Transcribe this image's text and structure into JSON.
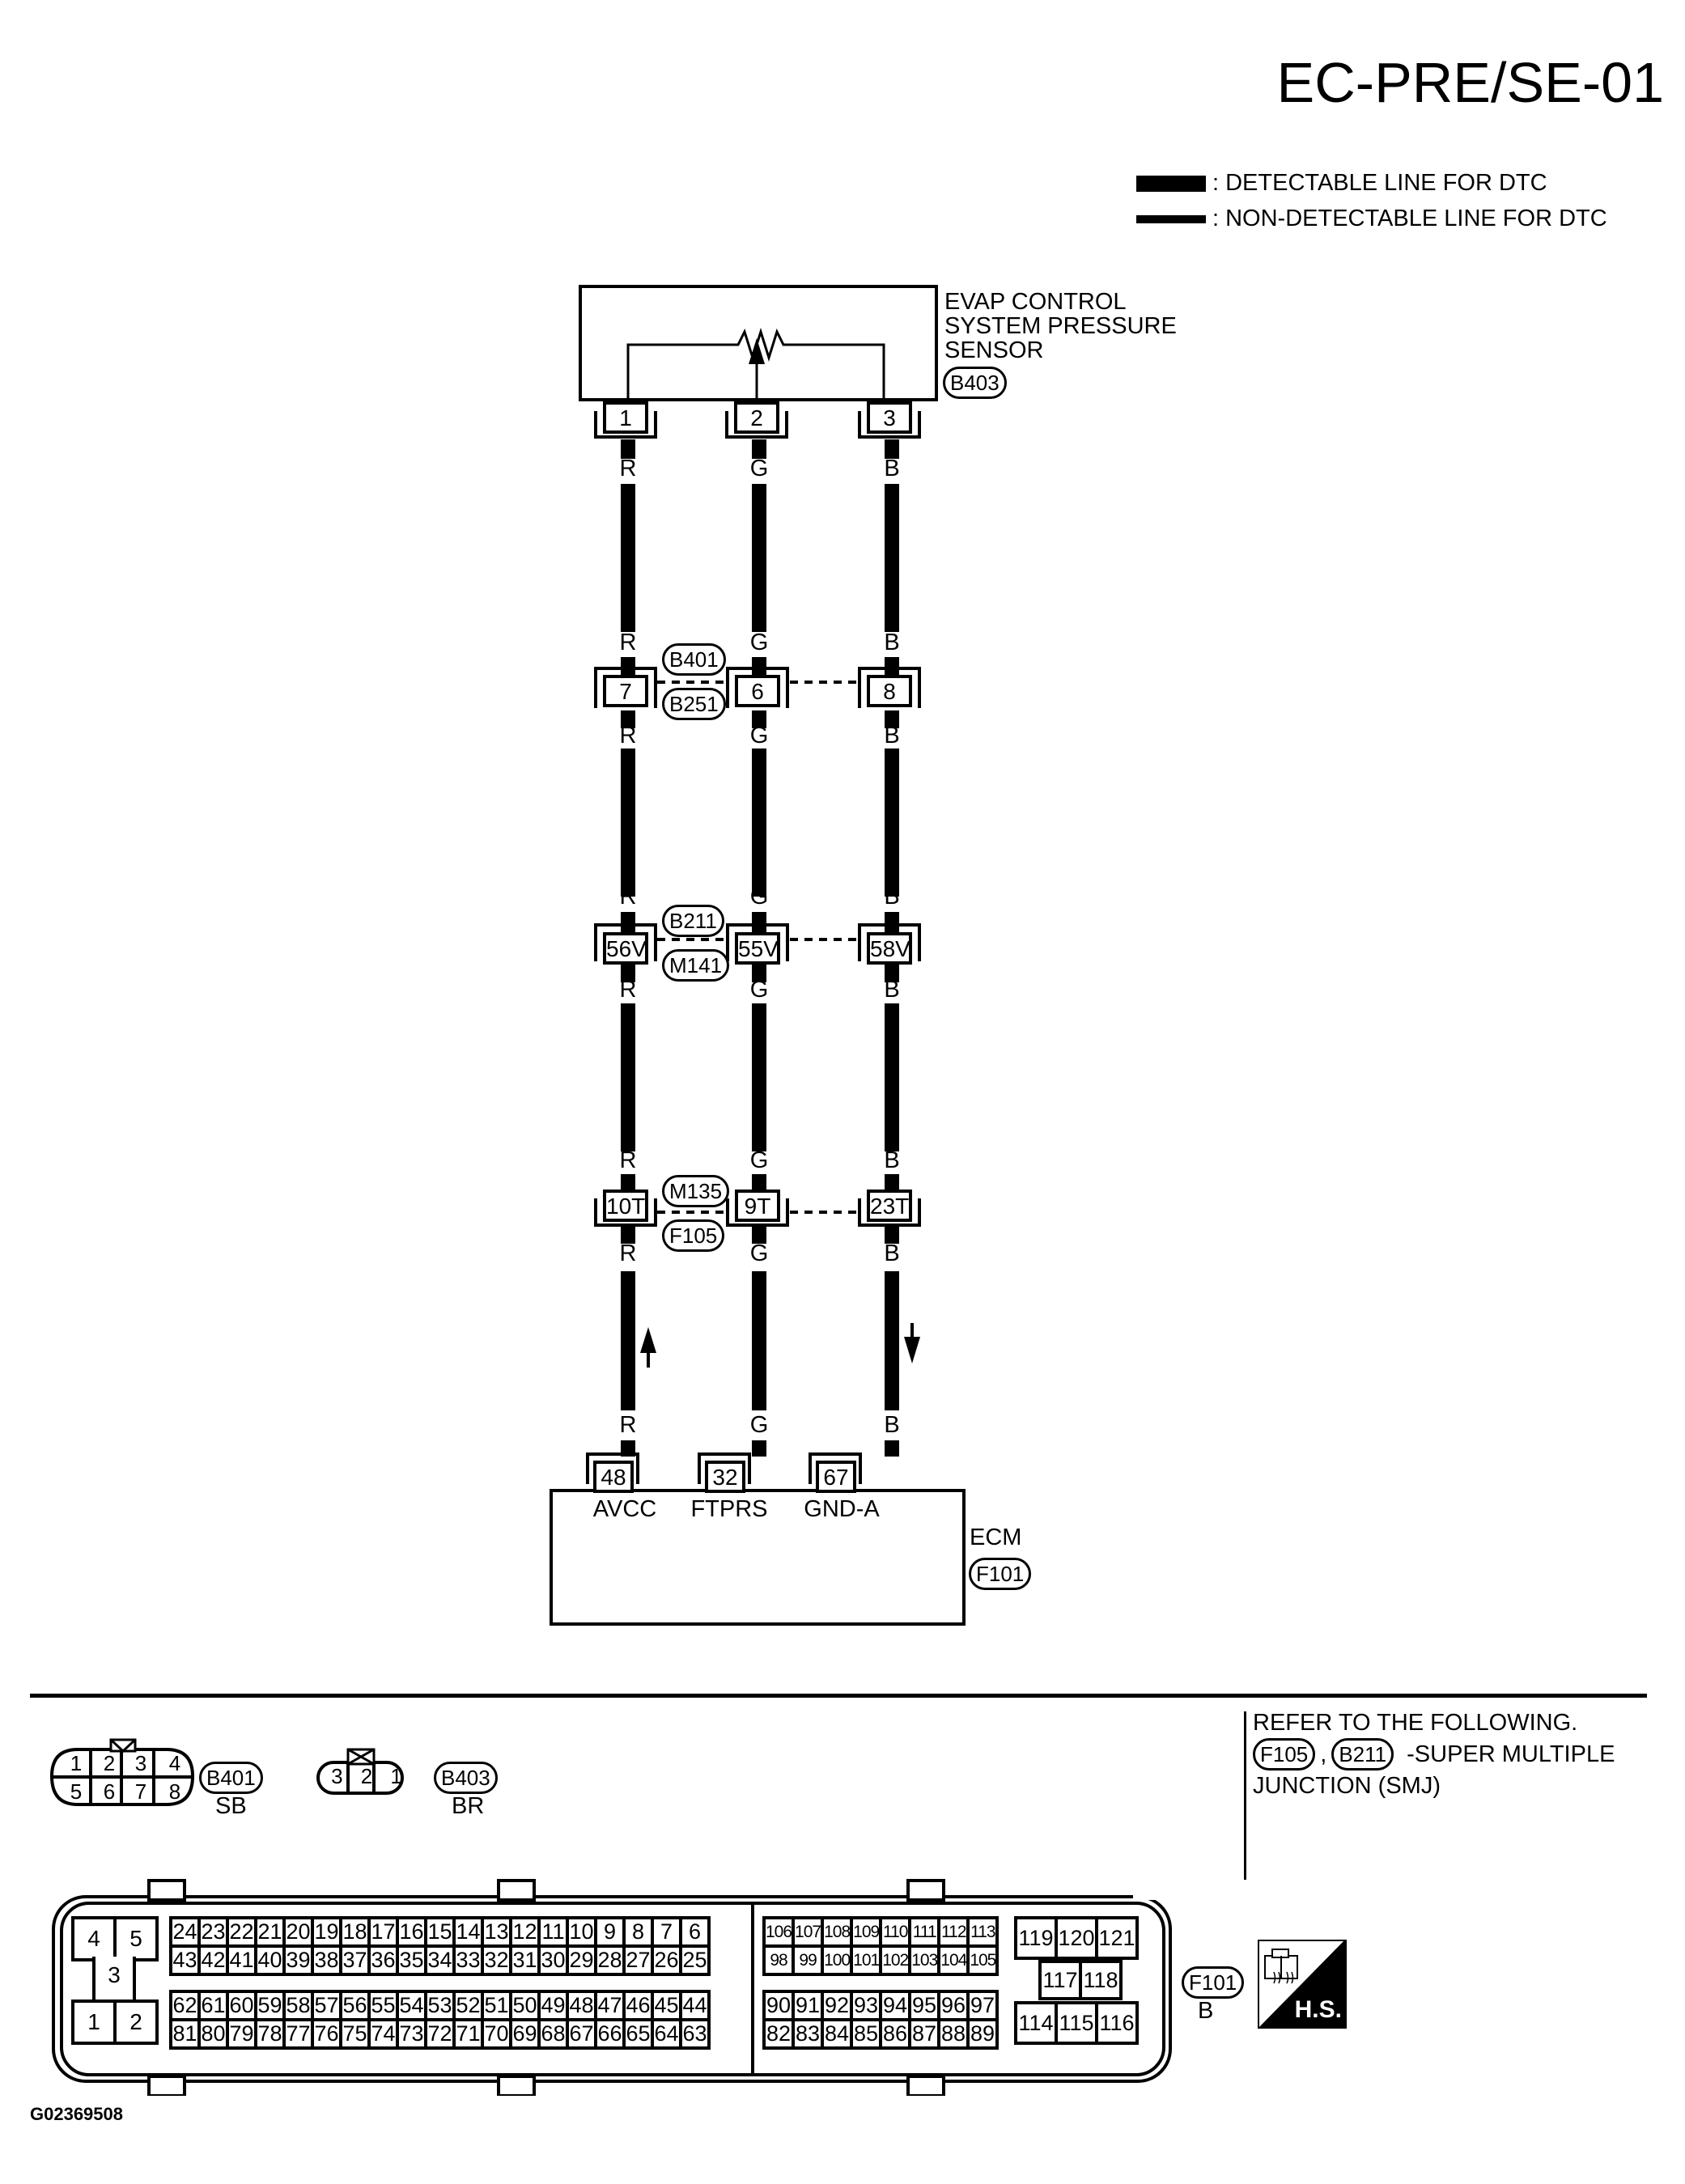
{
  "page": {
    "title": "EC-PRE/SE-01",
    "figure_id": "G02369508"
  },
  "legend": {
    "items": [
      {
        "label": ": DETECTABLE LINE FOR DTC",
        "line": "thick"
      },
      {
        "label": ": NON-DETECTABLE LINE FOR DTC",
        "line": "thin"
      }
    ]
  },
  "sensor": {
    "name_lines": [
      "EVAP CONTROL",
      "SYSTEM PRESSURE",
      "SENSOR"
    ],
    "connector": "B403",
    "pins": [
      "1",
      "2",
      "3"
    ]
  },
  "wires": [
    {
      "color": "R",
      "direction": "up"
    },
    {
      "color": "G",
      "direction": "none"
    },
    {
      "color": "B",
      "direction": "down"
    }
  ],
  "junctions": [
    {
      "upper_code": "B401",
      "lower_code": "B251",
      "pins": [
        "7",
        "6",
        "8"
      ]
    },
    {
      "upper_code": "B211",
      "lower_code": "M141",
      "pins": [
        "56V",
        "55V",
        "58V"
      ]
    },
    {
      "upper_code": "M135",
      "lower_code": "F105",
      "pins": [
        "10T",
        "9T",
        "23T"
      ]
    }
  ],
  "ecm": {
    "name": "ECM",
    "connector": "F101",
    "pins": [
      "48",
      "32",
      "67"
    ],
    "terminal_names": [
      "AVCC",
      "FTPRS",
      "GND-A"
    ]
  },
  "connector_views": {
    "b401": {
      "code": "B401",
      "color": "SB",
      "row1": [
        "1",
        "2",
        "3",
        "4"
      ],
      "row2": [
        "5",
        "6",
        "7",
        "8"
      ]
    },
    "b403": {
      "code": "B403",
      "color": "BR",
      "pins": [
        "3",
        "2",
        "1"
      ]
    },
    "f101": {
      "code": "F101",
      "color": "B",
      "power": {
        "top": [
          "4",
          "5"
        ],
        "mid": "3",
        "bottom": [
          "1",
          "2"
        ]
      },
      "block_a_row1": [
        "24",
        "23",
        "22",
        "21",
        "20",
        "19",
        "18",
        "17",
        "16",
        "15",
        "14",
        "13",
        "12",
        "11",
        "10",
        "9",
        "8",
        "7",
        "6"
      ],
      "block_a_row2": [
        "43",
        "42",
        "41",
        "40",
        "39",
        "38",
        "37",
        "36",
        "35",
        "34",
        "33",
        "32",
        "31",
        "30",
        "29",
        "28",
        "27",
        "26",
        "25"
      ],
      "block_a_row3": [
        "62",
        "61",
        "60",
        "59",
        "58",
        "57",
        "56",
        "55",
        "54",
        "53",
        "52",
        "51",
        "50",
        "49",
        "48",
        "47",
        "46",
        "45",
        "44"
      ],
      "block_a_row4": [
        "81",
        "80",
        "79",
        "78",
        "77",
        "76",
        "75",
        "74",
        "73",
        "72",
        "71",
        "70",
        "69",
        "68",
        "67",
        "66",
        "65",
        "64",
        "63"
      ],
      "block_b_row1": [
        "106",
        "107",
        "108",
        "109",
        "110",
        "111",
        "112",
        "113"
      ],
      "block_b_row2": [
        "98",
        "99",
        "100",
        "101",
        "102",
        "103",
        "104",
        "105"
      ],
      "block_b_row3": [
        "90",
        "91",
        "92",
        "93",
        "94",
        "95",
        "96",
        "97"
      ],
      "block_b_row4": [
        "82",
        "83",
        "84",
        "85",
        "86",
        "87",
        "88",
        "89"
      ],
      "block_c_top": [
        "119",
        "120",
        "121"
      ],
      "block_c_mid": [
        "117",
        "118"
      ],
      "block_c_bottom": [
        "114",
        "115",
        "116"
      ]
    }
  },
  "note": {
    "line1": "REFER TO THE FOLLOWING.",
    "codes": [
      "F105",
      "B211"
    ],
    "separator": ",",
    "line2_suffix": "-SUPER MULTIPLE",
    "line3": "JUNCTION (SMJ)"
  },
  "hs_badge": {
    "label": "H.S.",
    "icon": "harness-side-connector-icon"
  }
}
